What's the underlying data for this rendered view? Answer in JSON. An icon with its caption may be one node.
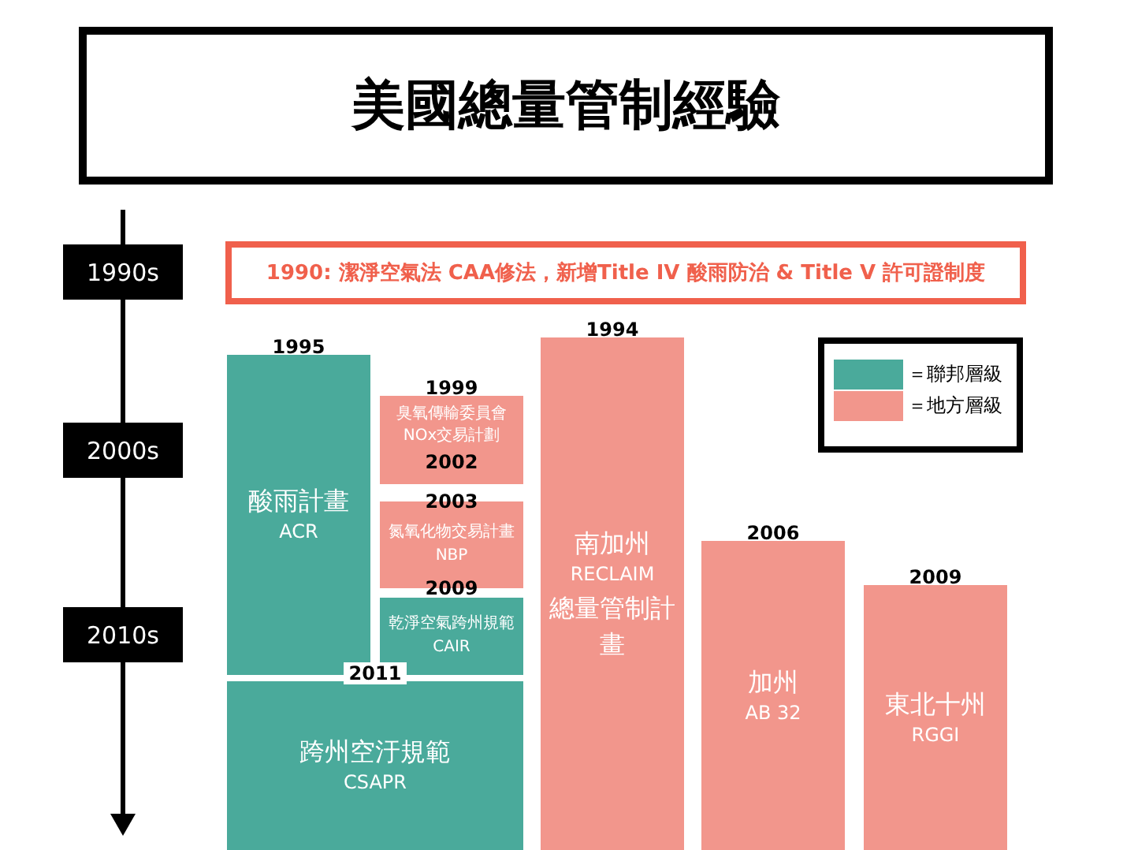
{
  "diagram": {
    "title": "美國總量管制經驗",
    "nodes": [
      {
        "text": [
          "1990: 潔淨空氣法 CAA修法，新增Title IV 酸雨防治 & Title V 許可證制度"
        ]
      },
      {
        "text": [
          "酸雨計畫",
          "ACR"
        ],
        "beside": [
          "1995"
        ]
      },
      {
        "text": [
          "臭氧傳輸委員會NOx交易計劃",
          "2002"
        ],
        "beside": [
          "1999"
        ]
      },
      {
        "text": [
          "氮氧化物交易計畫 NBP"
        ],
        "beside": [
          "2003"
        ]
      },
      {
        "text": [
          "乾淨空氣跨州規範CAIR"
        ],
        "beside": [
          "2009"
        ]
      },
      {
        "text": [
          "跨州空汙規範",
          "CSAPR"
        ],
        "beside": [
          "2011"
        ]
      },
      {
        "text": [
          "南加州",
          "RECLAIM",
          "總量管制計畫"
        ],
        "beside": [
          "1994"
        ]
      },
      {
        "text": [
          "加州",
          "AB 32"
        ],
        "beside": [
          "2006"
        ]
      },
      {
        "text": [
          "東北十州",
          "RGGI"
        ],
        "beside": [
          "2009"
        ]
      }
    ],
    "edges": [],
    "labels": [
      "1990s",
      "2000s",
      "2010s"
    ],
    "legend": [
      {
        "text": "＝聯邦層級",
        "color": "#4aaa9b"
      },
      {
        "text": "＝地方層級",
        "color": "#f2968c"
      }
    ]
  }
}
